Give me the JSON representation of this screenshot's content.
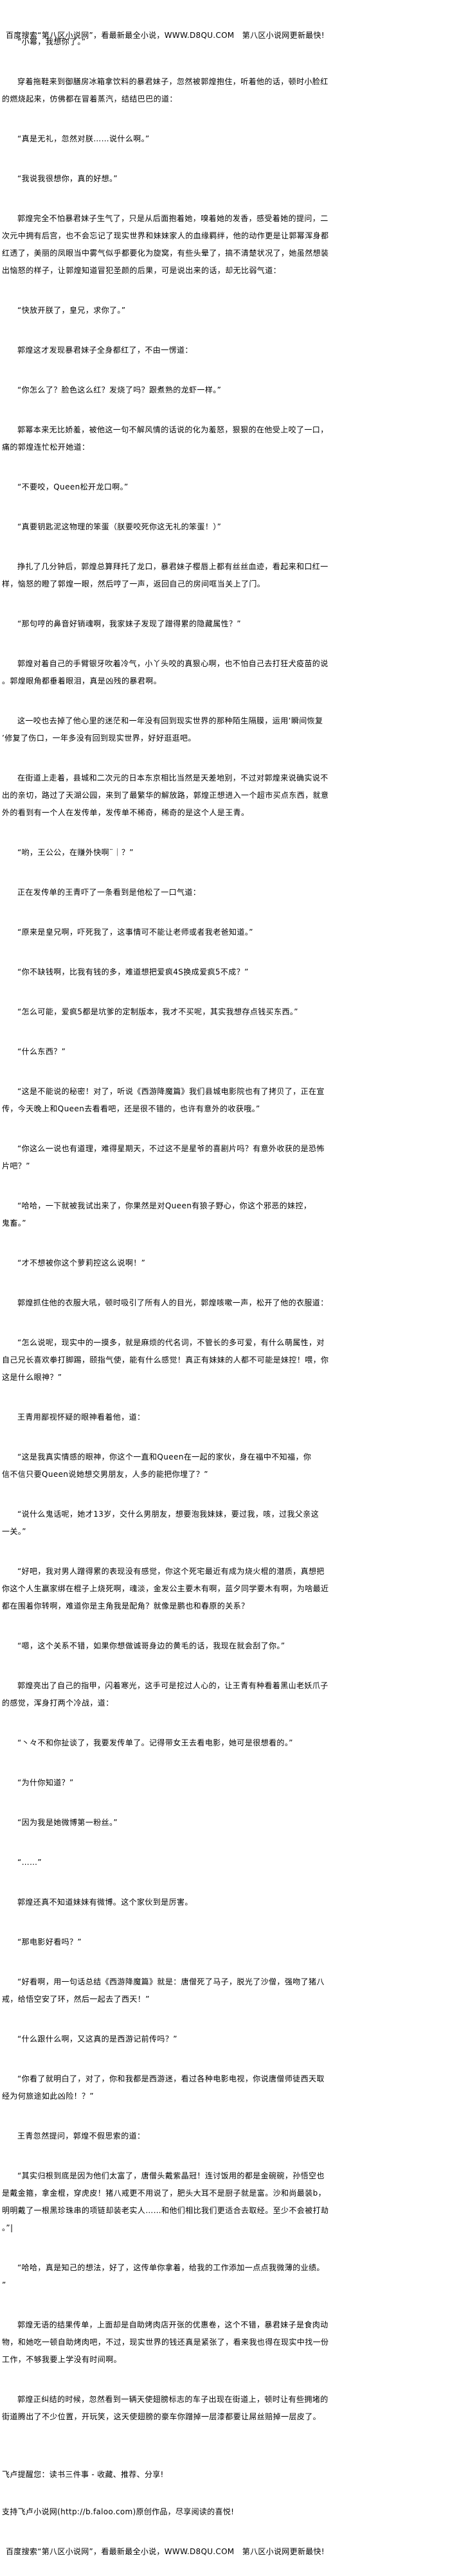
{
  "banner": "百度搜索“第八区小说网”，看最新最全小说，WWW.D8QU.COM　第八区小说网更新最快!",
  "paragraphs": [
    {
      "lines": [
        "“小幂，我想你了。”"
      ]
    },
    {
      "lines": [
        "穿着拖鞋来到御膳房冰箱拿饮料的暴君妹子，忽然被郭煌抱住，听着他的话，顿时小脸红",
        "的燃烧起来，仿佛都在冒着蒸汽，结结巴巴的道："
      ]
    },
    {
      "lines": [
        "“真是无礼，忽然对朕……说什么啊。”"
      ]
    },
    {
      "lines": [
        "“我说我很想你，真的好想。”"
      ]
    },
    {
      "lines": [
        "郭煌完全不怕暴君妹子生气了，只是从后面抱着她，嗅着她的发香，感受着她的提问，二",
        "次元中拥有后宫，也不会忘记了现实世界和妹妹家人的血缘羁绊，他的动作更是让郭幂浑身都",
        "红透了，美丽的凤眼当中雾气似乎都要化为旋窝，有些头晕了，搞不清楚状况了，她虽然想装",
        "出恼怒的样子，让郭煌知道冒犯圣颜的后果，可是说出来的话，却无比弱气道："
      ]
    },
    {
      "lines": [
        "“快放开朕了，皇兄，求你了。”"
      ]
    },
    {
      "lines": [
        "郭煌这才发现暴君妹子全身都红了，不由一愣道："
      ]
    },
    {
      "lines": [
        "“你怎么了？脸色这么红？发烧了吗？跟煮熟的龙虾一样。”"
      ]
    },
    {
      "lines": [
        "郭幂本来无比娇羞，被他这一句不解风情的话说的化为羞怒，狠狠的在他受上咬了一口，",
        "痛的郭煌连忙松开她道："
      ]
    },
    {
      "lines": [
        "“不要咬，Queen松开龙口啊。”"
      ]
    },
    {
      "lines": [
        "“真要钥匙泥这物理的笨蛋（朕要咬死你这无礼的笨蛋！）”"
      ]
    },
    {
      "lines": [
        "挣扎了几分钟后，郭煌总算拜托了龙口，暴君妹子樱唇上都有丝丝血迹，看起来和口红一",
        "样，恼怒的瞪了郭煌一眼，然后哼了一声，返回自己的房间哐当关上了门。"
      ]
    },
    {
      "lines": [
        "“那句哼的鼻音好销魂啊，我家妹子发现了蹭得累的隐藏属性？”"
      ]
    },
    {
      "lines": [
        "郭煌对着自己的手臂银牙吹着冷气，小丫头咬的真狠心啊，也不怕自己去打狂犬疫苗的说",
        "。郭煌眼角都垂着眼泪，真是凶残的暴君啊。"
      ]
    },
    {
      "lines": [
        "这一咬也去掉了他心里的迷茫和一年没有回到现实世界的那种陌生隔膜，运用‘瞬间恢复",
        "’修复了伤口，一年多没有回到现实世界，好好逛逛吧。"
      ]
    },
    {
      "lines": [
        "在街道上走着，县城和二次元的日本东京相比当然是天差地别，不过对郭煌来说确实说不",
        "出的亲切，路过了天湖公园，来到了最繁华的解放路，郭煌正想进入一个超市买点东西，就意",
        "外的看到有一个人在发传单，发传单不稀奇，稀奇的是这个人是王青。"
      ]
    },
    {
      "lines": [
        "“哟，王公公，在赚外快啊¨｜？”"
      ]
    },
    {
      "lines": [
        "正在发传单的王青吓了一条看到是他松了一口气道："
      ]
    },
    {
      "lines": [
        "“原来是皇兄啊，吓死我了，这事情可不能让老师或者我老爸知道。”"
      ]
    },
    {
      "lines": [
        "“你不缺钱啊，比我有钱的多，难道想把爱疯4S换成爱疯5不成？”"
      ]
    },
    {
      "lines": [
        "“怎么可能，爱疯5都是坑爹的定制版本，我才不买呢，其实我想存点钱买东西。”"
      ]
    },
    {
      "lines": [
        "“什么东西？”"
      ]
    },
    {
      "lines": [
        "“这是不能说的秘密！对了，听说《西游降魔篇》我们县城电影院也有了拷贝了，正在宣",
        "传，今天晚上和Queen去看看吧，还是很不错的，也许有意外的收获哦。”"
      ]
    },
    {
      "lines": [
        "“你这么一说也有道理，难得星期天，不过这不是星爷的喜剧片吗？有意外收获的是恐怖",
        "片吧？”"
      ]
    },
    {
      "lines": [
        "“哈哈，一下就被我试出来了，你果然是对Queen有狼子野心，你这个邪恶的妹控，",
        "鬼畜。”"
      ]
    },
    {
      "lines": [
        "“才不想被你这个萝莉控这么说啊！”"
      ]
    },
    {
      "lines": [
        "郭煌抓住他的衣服大吼，顿时吸引了所有人的目光，郭煌咳嗽一声，松开了他的衣服道："
      ]
    },
    {
      "lines": [
        "“怎么说呢，现实中的一摸多，就是麻烦的代名词，不管长的多可爱，有什么萌属性，对",
        "自己兄长喜欢拳打脚踢，颐指气使，能有什么感觉！真正有妹妹的人都不可能是妹控！喂，你",
        "这是什么眼神？”"
      ]
    },
    {
      "lines": [
        "王青用鄙视怀疑的眼神看着他，道："
      ]
    },
    {
      "lines": [
        "“这是我真实情感的眼神，你这个一直和Queen在一起的家伙，身在福中不知福，你",
        "信不信只要Queen说她想交男朋友，人多的能把你埋了？”"
      ]
    },
    {
      "lines": [
        "“说什么鬼话呢，她才13岁，交什么男朋友，想要泡我妹妹，要过我，咳，过我父亲这",
        "一关。”"
      ]
    },
    {
      "lines": [
        "“好吧，我对男人蹭得累的表现没有感觉，你这个死宅最近有成为烧火棍的潜质，真想把",
        "你这个人生赢家绑在棍子上烧死啊，魂淡，金发公主要木有啊，蓝夕同学要木有啊，为啥最近",
        "都在围着你转啊，难道你是主角我是配角？就像是鹏也和春原的关系？"
      ]
    },
    {
      "lines": [
        "“嗯，这个关系不错，如果你想做诚哥身边的黄毛的话，我现在就会刮了你。”"
      ]
    },
    {
      "lines": [
        "郭煌亮出了自己的指甲，闪着寒光，这手可是挖过人心的，让王青有种看着黑山老妖爪子",
        "的感觉，浑身打两个冷战，道："
      ]
    },
    {
      "lines": [
        "“丶々不和你扯谈了，我要发传单了。记得带女王去看电影，她可是很想看的。”"
      ]
    },
    {
      "lines": [
        "“为什你知道？”"
      ]
    },
    {
      "lines": [
        "“因为我是她微博第一粉丝。”"
      ]
    },
    {
      "lines": [
        "“……”"
      ]
    },
    {
      "lines": [
        "郭煌还真不知道妹妹有微博。这个家伙到是厉害。"
      ]
    },
    {
      "lines": [
        "“那电影好看吗？”"
      ]
    },
    {
      "lines": [
        "“好看啊，用一句话总结《西游降魔篇》就是：唐僧死了马子，脱光了沙僧，强吻了猪八",
        "戒，给悟空安了环，然后一起去了西天！”"
      ]
    },
    {
      "lines": [
        "“什么跟什么啊，又这真的是西游记前传吗？”"
      ]
    },
    {
      "lines": [
        "“你看了就明白了，对了，你和我都是西游迷，看过各种电影电视，你说唐僧师徒西天取",
        "经为何旅途如此凶险！？”"
      ]
    },
    {
      "lines": [
        "王青忽然提问，郭煌不假思索的道："
      ]
    },
    {
      "lines": [
        "“其实归根到底是因为他们太富了，唐僧头戴紫晶冠！连讨饭用的都是金碗碗，孙悟空也",
        "是戴金箍，拿金棍，穿虎皮！猪八戒更不用说了，肥头大耳不是厨子就是富。沙和尚最装b，",
        "明明戴了一根黑珍珠串的项链却装老实人……和他们相比我们更适合去取经。至少不会被打劫",
        "。”|"
      ]
    },
    {
      "lines": [
        "“哈哈，真是知己的想法，好了，这传单你拿着，给我的工作添加一点点我微薄的业绩。",
        "”"
      ]
    },
    {
      "lines": [
        "郭煌无语的结果传单，上面却是自助烤肉店开张的优惠卷，这个不错，暴君妹子是食肉动",
        "物，和她吃一顿自助烤肉吧，不过，现实世界的钱还真是紧张了，看来我也得在现实中找一份",
        "工作，不够我要上学没有时间啊。"
      ]
    },
    {
      "lines": [
        "郭煌正纠结的时候，忽然看到一辆天使翅膀标志的车子出现在街道上，顿时让有些拥堵的",
        "街道腾出了不少位置，开玩笑，这天使翅膀的豪车你蹭掉一层漆都要让屌丝赔掉一层皮了。"
      ]
    }
  ],
  "footer": {
    "reminder": "飞卢提醒您：读书三件事 - 收藏、推荐、分享!",
    "support": "支持飞卢小说网(http://b.faloo.com)原创作品，尽享阅读的喜悦!",
    "banner": "百度搜索“第八区小说网”，看最新最全小说，WWW.D8QU.COM　第八区小说网更新最快!"
  }
}
